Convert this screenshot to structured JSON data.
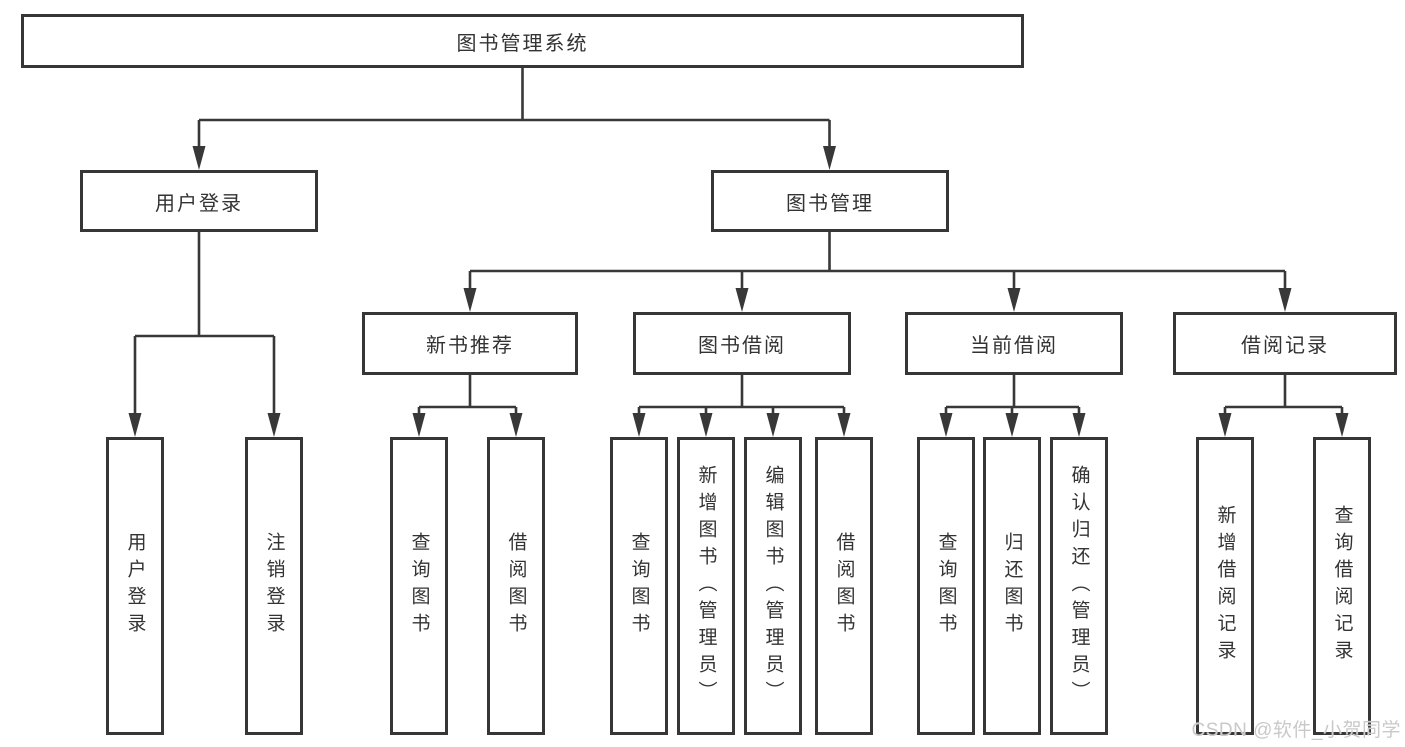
{
  "watermark": {
    "text": "CSDN @软件_小贺同学"
  },
  "colors": {
    "background": "#ffffff",
    "box_border": "#363636",
    "line": "#383838",
    "text": "#333333",
    "watermark_text": "#c9c9c9"
  },
  "tree": {
    "root": "图书管理系统",
    "children": [
      {
        "label": "用户登录",
        "children": [
          "用户登录",
          "注销登录"
        ]
      },
      {
        "label": "图书管理",
        "children": [
          {
            "label": "新书推荐",
            "children": [
              "查询图书",
              "借阅图书"
            ]
          },
          {
            "label": "图书借阅",
            "children": [
              "查询图书",
              "新增图书（管理员）",
              "编辑图书（管理员）",
              "借阅图书"
            ]
          },
          {
            "label": "当前借阅",
            "children": [
              "查询图书",
              "归还图书",
              "确认归还（管理员）"
            ]
          },
          {
            "label": "借阅记录",
            "children": [
              "新增借阅记录",
              "查询借阅记录"
            ]
          }
        ]
      }
    ]
  }
}
